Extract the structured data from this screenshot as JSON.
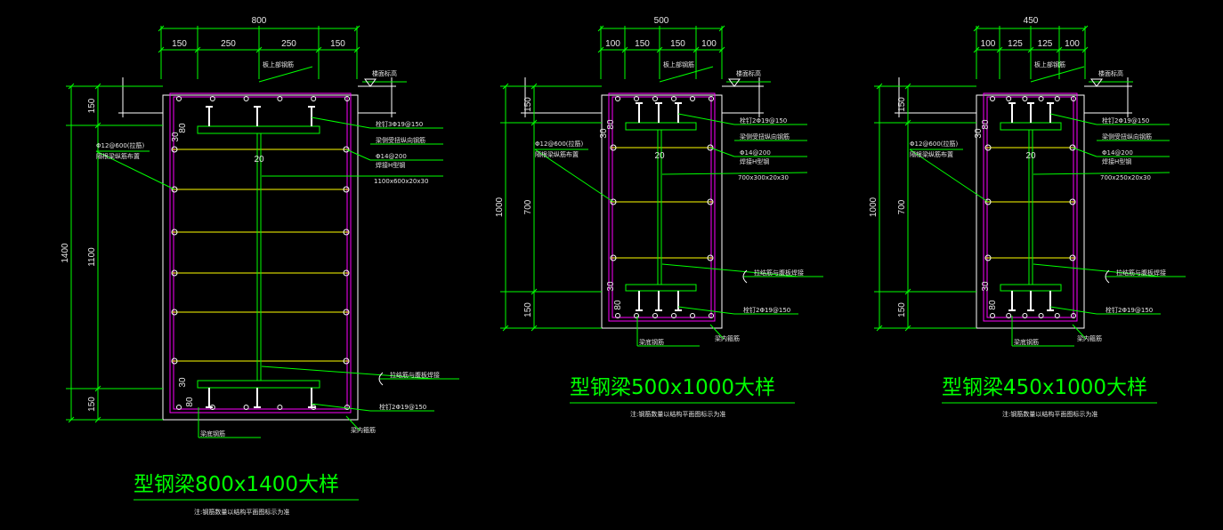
{
  "colors": {
    "background": "#000000",
    "concrete": "#ffffff",
    "stirrup": "#ff00ff",
    "rebar": "#ffff00",
    "steel": "#00ff00",
    "dimension": "#00ff00",
    "text": "#e6e6e6",
    "title": "#00ff00"
  },
  "details": [
    {
      "title": "型钢梁800x1400大样",
      "subtitle": "注:钢筋数量以结构平面图标示为准",
      "dims_top": {
        "total": "800",
        "parts": [
          "150",
          "250",
          "250",
          "150"
        ]
      },
      "dims_left": {
        "total": "1400",
        "parts": [
          "150",
          "1100",
          "150"
        ]
      },
      "small_dims": {
        "top_offset": "80",
        "top_side": "30",
        "web": "20",
        "bot_offset": "80",
        "bot_side": "30"
      },
      "labels": {
        "slab_rebar": "板上部钢筋",
        "slab_edge": "楼面标高",
        "studs_top": "栓钉3Φ19@150",
        "side_rebar": "梁侧受扭纵向钢筋",
        "side_spacing": "Φ14@200",
        "weld_h": "焊接H型钢",
        "h_size": "1100x600x20x30",
        "tie": "Φ12@600(拉筋)",
        "tie_note": "隔根梁纵筋布置",
        "hook": "拉结筋与腹板焊接",
        "studs_bot": "栓钉2Φ19@150",
        "bot_rebar": "梁底钢筋",
        "stirrup": "梁内箍筋"
      }
    },
    {
      "title": "型钢梁500x1000大样",
      "subtitle": "注:钢筋数量以结构平面图标示为准",
      "dims_top": {
        "total": "500",
        "parts": [
          "100",
          "150",
          "150",
          "100"
        ]
      },
      "dims_left": {
        "total": "1000",
        "parts": [
          "150",
          "700",
          "150"
        ]
      },
      "small_dims": {
        "top_offset": "80",
        "top_side": "30",
        "web": "20",
        "bot_offset": "80",
        "bot_side": "30"
      },
      "labels": {
        "slab_rebar": "板上部钢筋",
        "slab_edge": "楼面标高",
        "studs_top": "栓钉2Φ19@150",
        "side_rebar": "梁侧受扭纵向钢筋",
        "side_spacing": "Φ14@200",
        "weld_h": "焊接H型钢",
        "h_size": "700x300x20x30",
        "tie": "Φ12@600(拉筋)",
        "tie_note": "隔根梁纵筋布置",
        "hook": "拉结筋与腹板焊接",
        "studs_bot": "栓钉2Φ19@150",
        "bot_rebar": "梁底钢筋",
        "stirrup": "梁内箍筋"
      }
    },
    {
      "title": "型钢梁450x1000大样",
      "subtitle": "注:钢筋数量以结构平面图标示为准",
      "dims_top": {
        "total": "450",
        "parts": [
          "100",
          "125",
          "125",
          "100"
        ]
      },
      "dims_left": {
        "total": "1000",
        "parts": [
          "150",
          "700",
          "150"
        ]
      },
      "small_dims": {
        "top_offset": "80",
        "top_side": "30",
        "web": "20",
        "bot_offset": "80",
        "bot_side": "30"
      },
      "labels": {
        "slab_rebar": "板上部钢筋",
        "slab_edge": "楼面标高",
        "studs_top": "栓钉2Φ19@150",
        "side_rebar": "梁侧受扭纵向钢筋",
        "side_spacing": "Φ14@200",
        "weld_h": "焊接H型钢",
        "h_size": "700x250x20x30",
        "tie": "Φ12@600(拉筋)",
        "tie_note": "隔根梁纵筋布置",
        "hook": "拉结筋与腹板焊接",
        "studs_bot": "栓钉2Φ19@150",
        "bot_rebar": "梁底钢筋",
        "stirrup": "梁内箍筋"
      }
    }
  ]
}
